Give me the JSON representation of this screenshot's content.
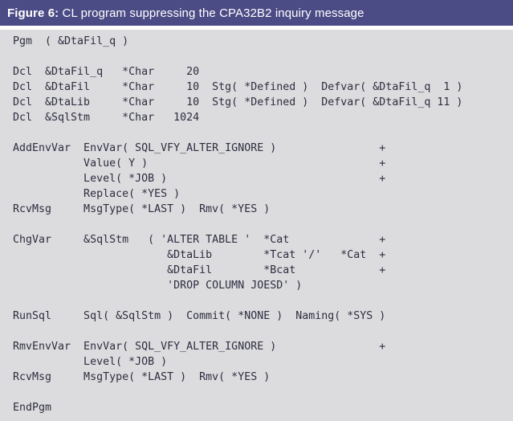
{
  "figure": {
    "label": "Figure 6:",
    "title": " CL program suppressing the CPA32B2 inquiry message"
  },
  "code": {
    "language": "CL",
    "lines": [
      "Pgm  ( &DtaFil_q )",
      "",
      "Dcl  &DtaFil_q   *Char     20",
      "Dcl  &DtaFil     *Char     10  Stg( *Defined )  Defvar( &DtaFil_q  1 )",
      "Dcl  &DtaLib     *Char     10  Stg( *Defined )  Defvar( &DtaFil_q 11 )",
      "Dcl  &SqlStm     *Char   1024",
      "",
      "AddEnvVar  EnvVar( SQL_VFY_ALTER_IGNORE )                +",
      "           Value( Y )                                    +",
      "           Level( *JOB )                                 +",
      "           Replace( *YES )",
      "RcvMsg     MsgType( *LAST )  Rmv( *YES )",
      "",
      "ChgVar     &SqlStm   ( 'ALTER TABLE '  *Cat              +",
      "                        &DtaLib        *Tcat '/'   *Cat  +",
      "                        &DtaFil        *Bcat             +",
      "                        'DROP COLUMN JOESD' )",
      "",
      "RunSql     Sql( &SqlStm )  Commit( *NONE )  Naming( *SYS )",
      "",
      "RmvEnvVar  EnvVar( SQL_VFY_ALTER_IGNORE )                +",
      "           Level( *JOB )",
      "RcvMsg     MsgType( *LAST )  Rmv( *YES )",
      "",
      "EndPgm"
    ]
  },
  "colors": {
    "header_bg": "#4b4b86",
    "header_text": "#ffffff",
    "code_bg": "#dcdcdf",
    "code_text": "#2d2d3f"
  }
}
